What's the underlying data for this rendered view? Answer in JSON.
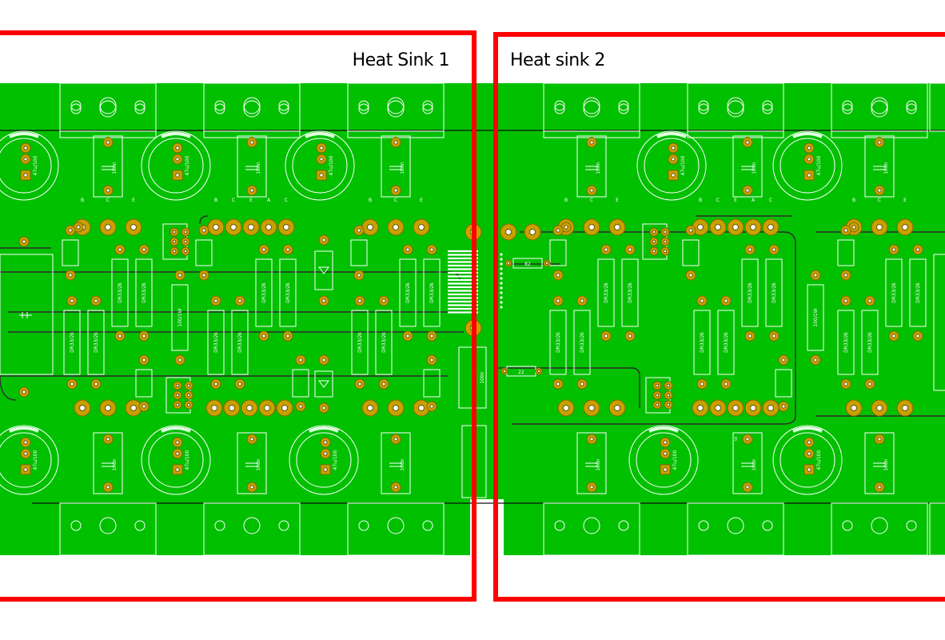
{
  "heatsinks": [
    {
      "label": "Heat Sink 1"
    },
    {
      "label": "Heat sink 2"
    }
  ],
  "labels": {
    "cap_elec": "47u/100",
    "cap_100n": "100n",
    "res_dr": "DR33/2k",
    "res_100": "100/1W",
    "res_82": "82",
    "res_22": "22",
    "pin_b": "B",
    "pin_c": "C",
    "pin_e": "E",
    "pin_a": "A"
  },
  "colors": {
    "board": "#00c000",
    "pad": "#c8a000",
    "frame": "#ff0000",
    "silk": "#ffffff"
  }
}
